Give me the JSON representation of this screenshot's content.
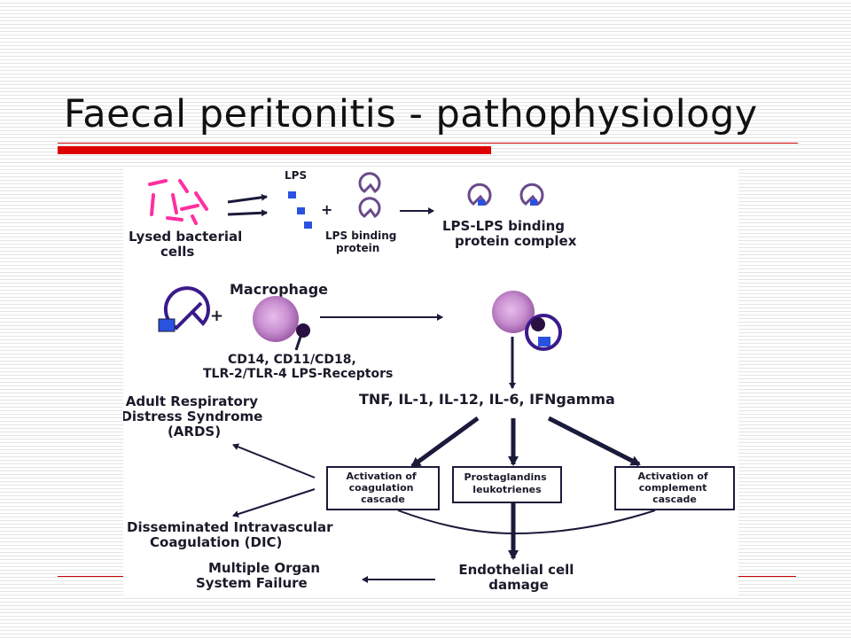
{
  "slide": {
    "title": "Faecal peritonitis - pathophysiology"
  },
  "diagram": {
    "lps": "LPS",
    "plus": "+",
    "lysed_cells": [
      "Lysed bacterial",
      "cells"
    ],
    "lps_binding_protein": [
      "LPS binding",
      "protein"
    ],
    "lps_complex": [
      "LPS-LPS binding",
      "protein complex"
    ],
    "macrophage": "Macrophage",
    "receptors": [
      "CD14, CD11/CD18,",
      "TLR-2/TLR-4 LPS-Receptors"
    ],
    "cytokines": "TNF, IL-1, IL-12, IL-6, IFNgamma",
    "ards": [
      "Adult Respiratory",
      "Distress Syndrome",
      "(ARDS)"
    ],
    "coagulation_box": [
      "Activation of",
      "coagulation",
      "cascade"
    ],
    "prostaglandins_box": [
      "Prostaglandins",
      "leukotrienes"
    ],
    "complement_box": [
      "Activation of",
      "complement",
      "cascade"
    ],
    "dic": [
      "Disseminated Intravascular",
      "Coagulation (DIC)"
    ],
    "mosf": [
      "Multiple Organ",
      "System Failure"
    ],
    "endothelial": [
      "Endothelial cell",
      "damage"
    ]
  }
}
